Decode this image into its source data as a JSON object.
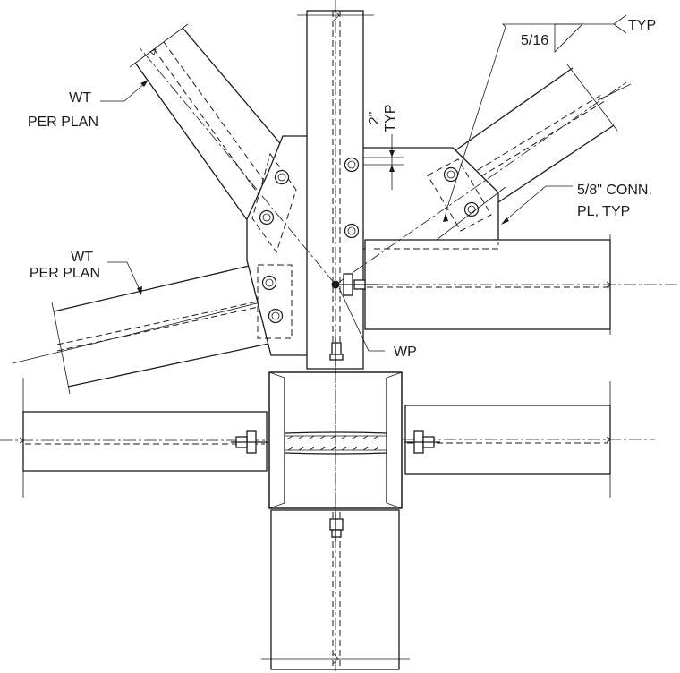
{
  "labels": {
    "wt_upper_line1": "WT",
    "wt_upper_line2": "PER PLAN",
    "wt_lower_line1": "WT",
    "wt_lower_line2": "PER PLAN",
    "weld_size": "5/16",
    "weld_typ": "TYP",
    "spacing_value": "2\"",
    "spacing_typ": "TYP",
    "conn_pl_line1": "5/8\" CONN.",
    "conn_pl_line2": "PL, TYP",
    "work_point": "WP"
  }
}
